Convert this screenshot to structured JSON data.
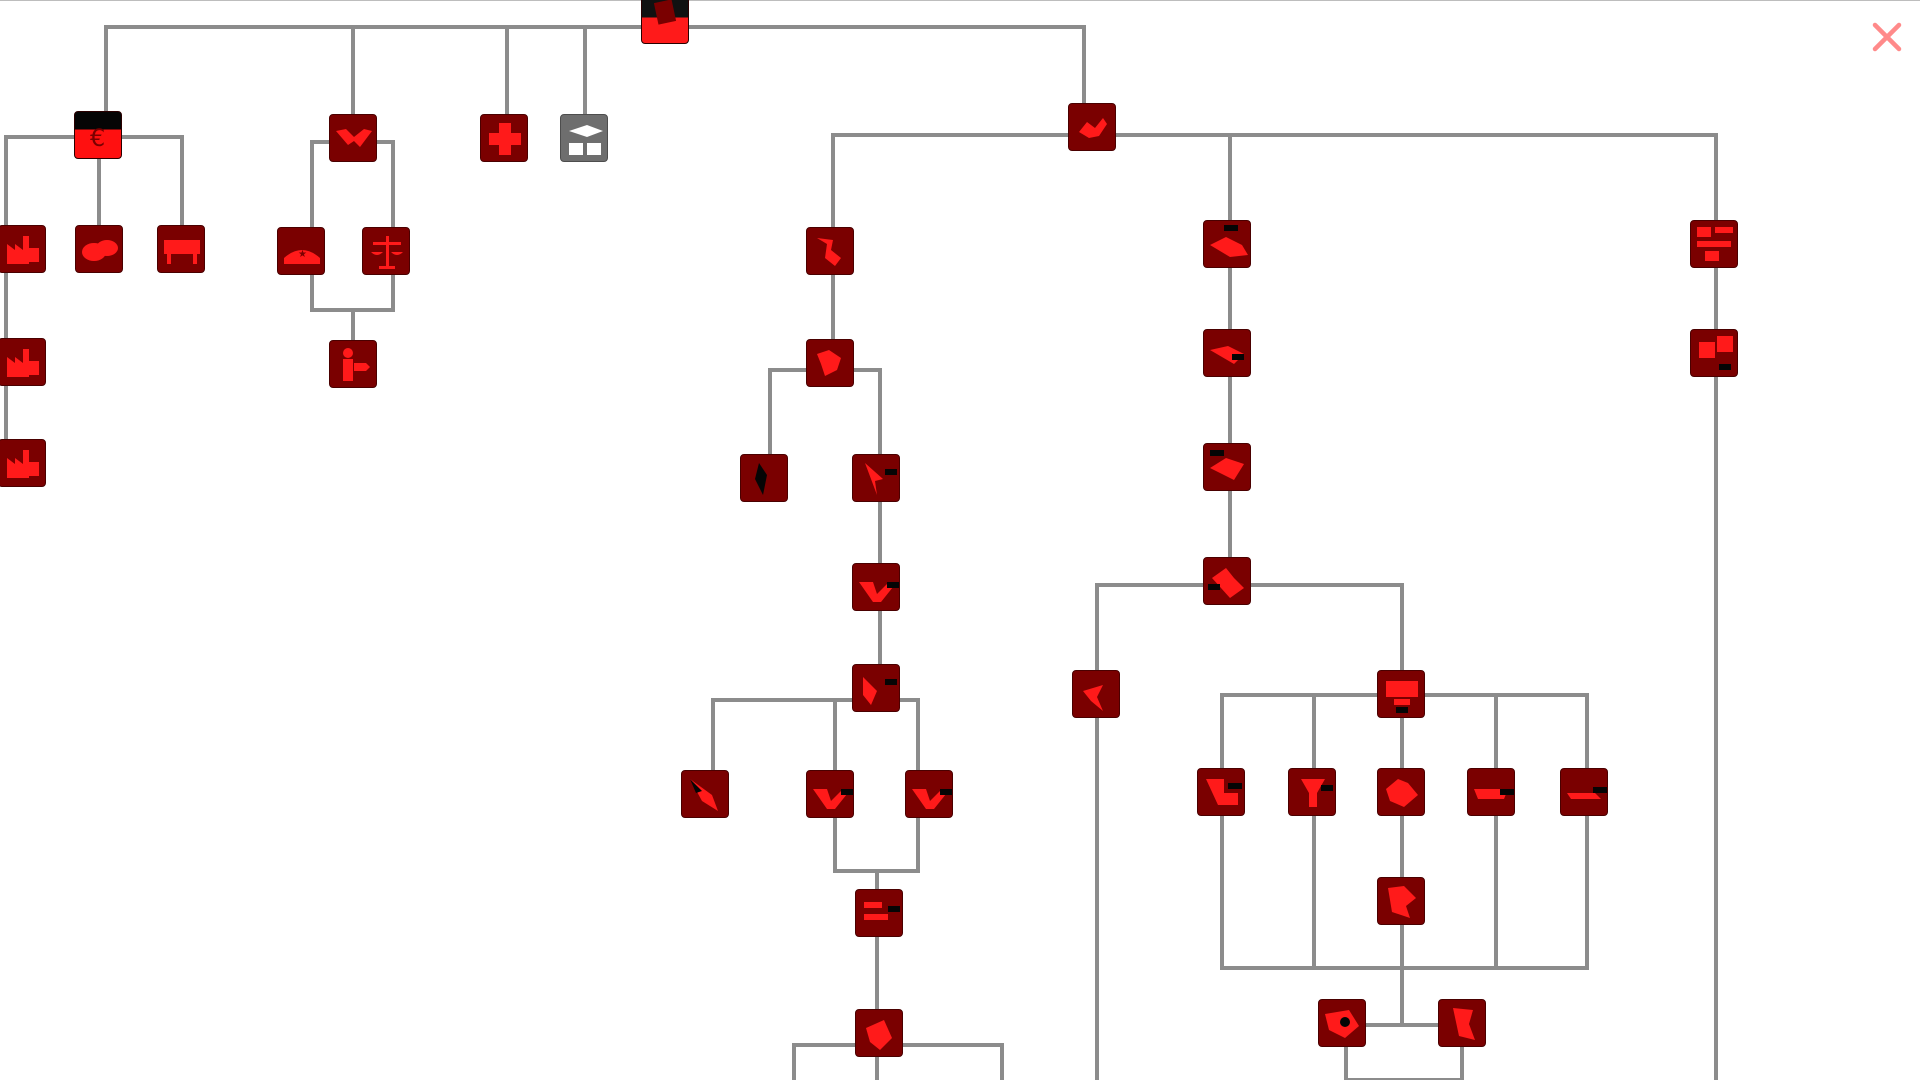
{
  "window": {
    "close_icon": "close-icon",
    "accent": "#ff1a1a",
    "line_color": "#8c8c8c"
  },
  "colors": {
    "node_dark": "#7a0000",
    "node_bright": "#ff1010",
    "node_locked": "#6e6e6e",
    "root_top": "#111111"
  },
  "nodes": [
    {
      "name": "tech-root-book-icon",
      "icon": "book"
    },
    {
      "name": "tech-economy-icon",
      "icon": "currency"
    },
    {
      "name": "tech-factory-1-icon",
      "icon": "factory-1"
    },
    {
      "name": "tech-factory-2-icon",
      "icon": "factory-2"
    },
    {
      "name": "tech-factory-3-icon",
      "icon": "factory-3"
    },
    {
      "name": "tech-bread-icon",
      "icon": "bread"
    },
    {
      "name": "tech-livestock-icon",
      "icon": "livestock"
    },
    {
      "name": "tech-handshake-icon",
      "icon": "handshake"
    },
    {
      "name": "tech-military-cap-icon",
      "icon": "cap"
    },
    {
      "name": "tech-justice-scales-icon",
      "icon": "scales"
    },
    {
      "name": "tech-speaker-icon",
      "icon": "speaker"
    },
    {
      "name": "tech-medicine-icon",
      "icon": "cross"
    },
    {
      "name": "tech-education-icon",
      "icon": "graduation"
    },
    {
      "name": "tech-region-hub-icon",
      "icon": "region"
    },
    {
      "name": "tech-map-node-icon",
      "icon": "map"
    }
  ]
}
